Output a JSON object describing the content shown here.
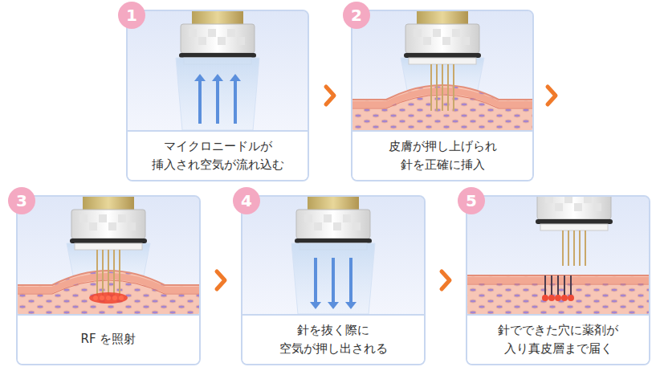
{
  "diagram": {
    "nodes": [
      {
        "text": [
          "1",
          "マイクロニードルが 挿入され空気が流れ込む"
        ]
      },
      {
        "text": [
          "2",
          "皮膚が押し上げられ 針を正確に挿入"
        ]
      },
      {
        "text": [
          "3",
          "RF を照射"
        ]
      },
      {
        "text": [
          "4",
          "針を抜く際に 空気が押し出される"
        ]
      },
      {
        "text": [
          "5",
          "針でできた穴に薬剤が 入り真皮層まで届く"
        ]
      }
    ],
    "edges": [
      {
        "from": 0,
        "to": 1,
        "arrow": "to"
      },
      {
        "from": 1,
        "to": 2,
        "arrow": "to"
      },
      {
        "from": 2,
        "to": 3,
        "arrow": "to"
      },
      {
        "from": 3,
        "to": 4,
        "arrow": "to"
      }
    ]
  }
}
